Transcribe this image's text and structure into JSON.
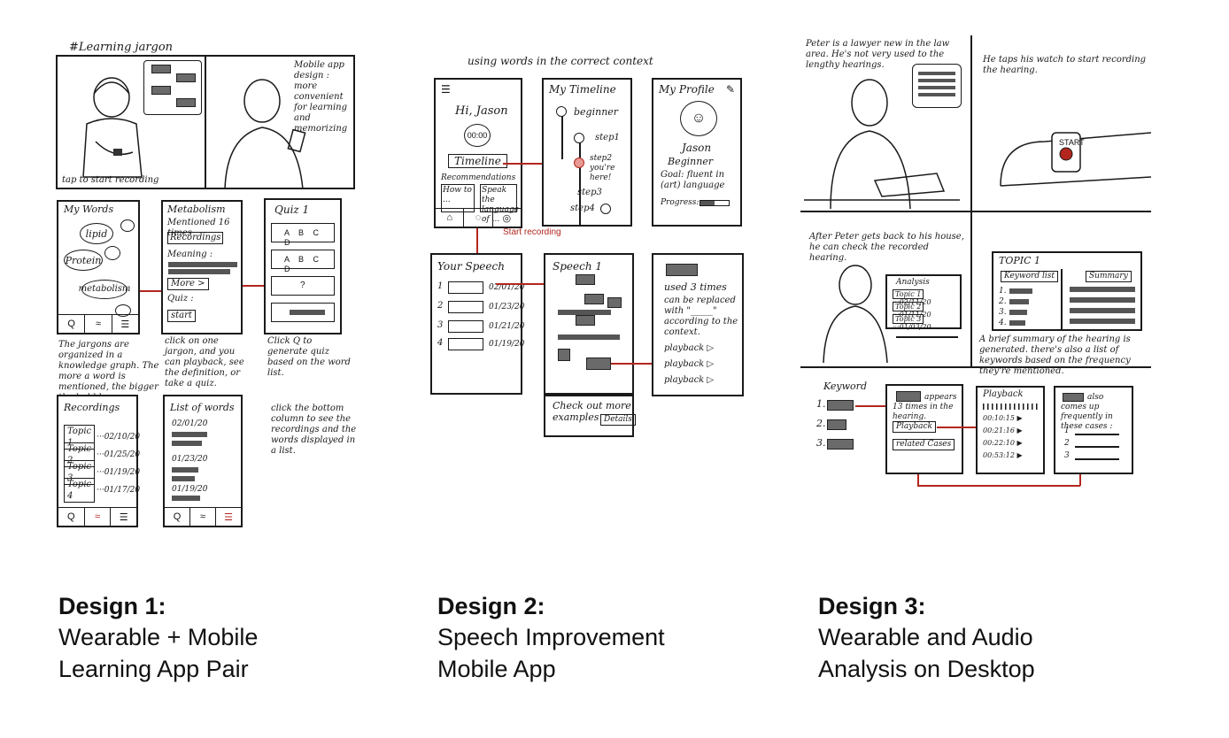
{
  "design1": {
    "heading": "#Learning jargon",
    "panel_right_note": "Mobile app design : more convenient for learning and memorizing",
    "tap_note": "tap to start recording",
    "my_words": {
      "title": "My Words",
      "nodes": [
        "lipid",
        "Protein",
        "metabolism"
      ]
    },
    "metabolism": {
      "title": "Metabolism",
      "mentioned": "Mentioned 16 times",
      "recordings": "Recordings",
      "meaning": "Meaning :",
      "more": "More >",
      "quiz": "Quiz :",
      "start": "start"
    },
    "quiz": {
      "title": "Quiz 1",
      "options": "A B C D",
      "question": "?"
    },
    "note_jargon": "The jargons are organized in a knowledge graph. The more a word is mentioned, the bigger the bubble.",
    "note_click": "click on one jargon, and you can playback, see the definition, or take a quiz.",
    "note_quiz": "Click Q to generate quiz based on the word list.",
    "recordings": {
      "title": "Recordings",
      "items": [
        {
          "label": "Topic 1",
          "date": "···02/10/20"
        },
        {
          "label": "Topic 2",
          "date": "···01/25/20"
        },
        {
          "label": "Topic 3",
          "date": "···01/19/20"
        },
        {
          "label": "Topic 4",
          "date": "···01/17/20"
        }
      ]
    },
    "list_of_words": {
      "title": "List of words",
      "dates": [
        "02/01/20",
        "01/23/20",
        "01/19/20"
      ]
    },
    "note_bottom": "click the bottom column to see the recordings and the words displayed in a list.",
    "tab_q": "Q"
  },
  "design2": {
    "heading": "using words in the correct context",
    "home": {
      "greeting": "Hi, Jason",
      "timer": "00:00",
      "timeline": "Timeline",
      "recommendations": "Recommendations",
      "card1": "How to ...",
      "card2": "Speak the language of ..."
    },
    "start_recording": "Start recording",
    "my_timeline": {
      "title": "My Timeline",
      "steps": [
        "beginner",
        "step1",
        "step2 you're here!",
        "step3",
        "step4"
      ]
    },
    "my_profile": {
      "title": "My Profile",
      "name": "Jason",
      "level": "Beginner",
      "goal": "Goal: fluent in (art) language",
      "progress": "Progress:"
    },
    "your_speech": {
      "title": "Your Speech",
      "items": [
        {
          "n": "1",
          "date": "02/01/20"
        },
        {
          "n": "2",
          "date": "01/23/20"
        },
        {
          "n": "3",
          "date": "01/21/20"
        },
        {
          "n": "4",
          "date": "01/19/20"
        }
      ]
    },
    "speech1": {
      "title": "Speech 1",
      "footer": "Check out more examples",
      "details": "Details"
    },
    "word_detail": {
      "used": "used 3 times",
      "replace": "can be replaced with \"_____\" according to the context.",
      "playback": "playback"
    }
  },
  "design3": {
    "peter_note": "Peter is a lawyer new in the law area. He's not very used to the lengthy hearings.",
    "watch_note": "He taps his watch to start recording the hearing.",
    "watch_label": "START",
    "house_note": "After Peter gets back to his house, he can check the recorded hearing.",
    "analysis": {
      "title": "Analysis",
      "topics": [
        {
          "label": "Topic 1",
          "date": "···02/11/20"
        },
        {
          "label": "Topic 2",
          "date": "···01/11/20"
        },
        {
          "label": "Topic 3",
          "date": "···01/03/20"
        }
      ]
    },
    "topic1": {
      "title": "TOPIC 1",
      "keyword_list": "Keyword list",
      "summary": "Summary",
      "nums": [
        "1.",
        "2.",
        "3.",
        "4."
      ]
    },
    "summary_note": "A brief summary of the hearing is generated. there's also a list of keywords based on the frequency they're mentioned.",
    "keyword": {
      "title": "Keyword",
      "nums": [
        "1.",
        "2.",
        "3."
      ]
    },
    "appears": {
      "text": "appears 13 times in the hearing.",
      "playback": "Playback",
      "related": "related Cases"
    },
    "playback_panel": {
      "title": "Playback",
      "times": [
        "00:10:15",
        "00:21:16",
        "00:22:10",
        "00:53:12"
      ]
    },
    "also": {
      "text": "also comes up frequently in these cases :",
      "nums": [
        "1",
        "2",
        "3"
      ]
    }
  },
  "captions": [
    {
      "title": "Design 1:",
      "line1": "Wearable + Mobile",
      "line2": "Learning App Pair"
    },
    {
      "title": "Design 2:",
      "line1": "Speech Improvement",
      "line2": "Mobile App"
    },
    {
      "title": "Design 3:",
      "line1": "Wearable and Audio",
      "line2": "Analysis on Desktop"
    }
  ],
  "colors": {
    "ink": "#1a1a1a",
    "accent_red": "#b3261e",
    "fill_gray": "#6a6a6a"
  }
}
